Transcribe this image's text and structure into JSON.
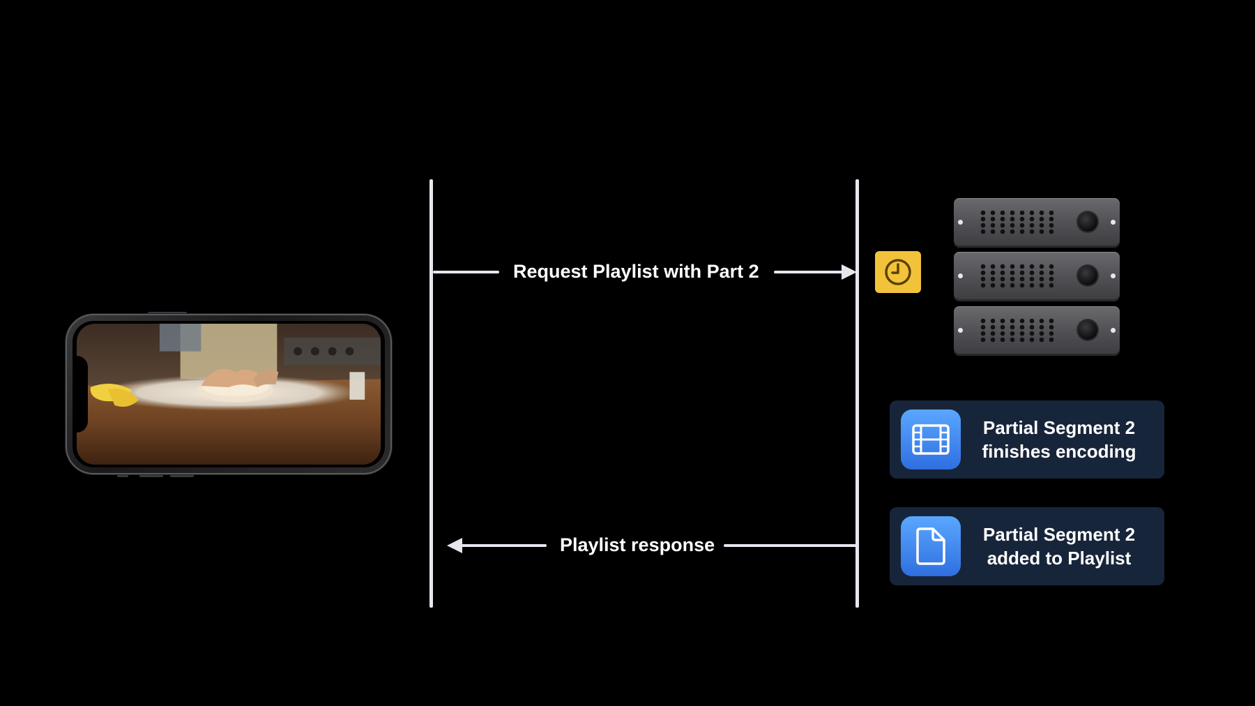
{
  "messages": {
    "request": "Request Playlist with Part 2",
    "response": "Playlist response"
  },
  "events": [
    {
      "icon": "film-icon",
      "line1": "Partial Segment 2",
      "line2": "finishes encoding"
    },
    {
      "icon": "document-icon",
      "line1": "Partial Segment 2",
      "line2": "added to Playlist"
    }
  ],
  "colors": {
    "background": "#000000",
    "lifeline": "#e6e6ef",
    "clock_badge": "#f2c33a",
    "card_background": "#17253a",
    "icon_gradient_top": "#5aa7ff",
    "icon_gradient_bottom": "#2f6fe0"
  },
  "icons": {
    "device": "iphone-icon",
    "wait": "clock-icon",
    "server": "server-rack-icon"
  }
}
